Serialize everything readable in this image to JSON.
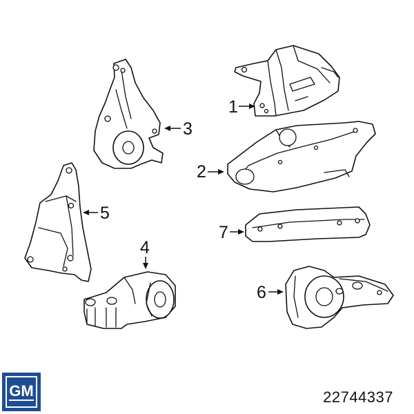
{
  "brand": {
    "logo_text": "GM",
    "logo_color": "#1f4d95"
  },
  "part_number": "22744337",
  "callouts": [
    {
      "id": "1",
      "label": "1"
    },
    {
      "id": "2",
      "label": "2"
    },
    {
      "id": "3",
      "label": "3"
    },
    {
      "id": "4",
      "label": "4"
    },
    {
      "id": "5",
      "label": "5"
    },
    {
      "id": "6",
      "label": "6"
    },
    {
      "id": "7",
      "label": "7"
    }
  ]
}
